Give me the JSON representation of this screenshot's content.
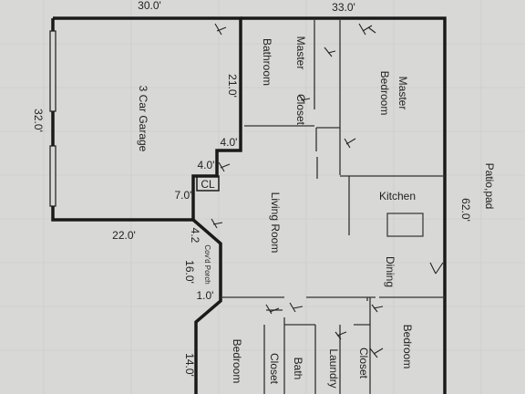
{
  "rooms": {
    "garage": "3 Car Garage",
    "master_bathroom": "Bathroom",
    "master_closet_a": "Master",
    "master_closet_b": "Closet",
    "master_bedroom_a": "Master",
    "master_bedroom_b": "Bedroom",
    "kitchen": "Kitchen",
    "living_room": "Living Room",
    "dining": "Dining",
    "closet_cl": "CL",
    "covered_porch": "Cov'd Porch",
    "bedroom_left": "Bedroom",
    "closet_left": "Closet",
    "bath": "Bath",
    "laundry": "Laundry",
    "closet_right": "Closet",
    "bedroom_right": "Bedroom",
    "patio": "Patio,pad"
  },
  "dimensions": {
    "top_left": "30.0'",
    "top_right": "33.0'",
    "garage_side": "32.0'",
    "garage_bottom": "22.0'",
    "wall_21": "21.0'",
    "wall_4a": "4.0'",
    "wall_4b": "4.0'",
    "wall_7": "7.0'",
    "wall_42": "4.2",
    "porch_16": "16.0'",
    "wall_1": "1.0'",
    "wall_14": "14.0'",
    "right_62": "62.0'"
  },
  "colors": {
    "paper": "#d8d8d6",
    "wall": "#1a1a1a",
    "line": "#333333"
  }
}
